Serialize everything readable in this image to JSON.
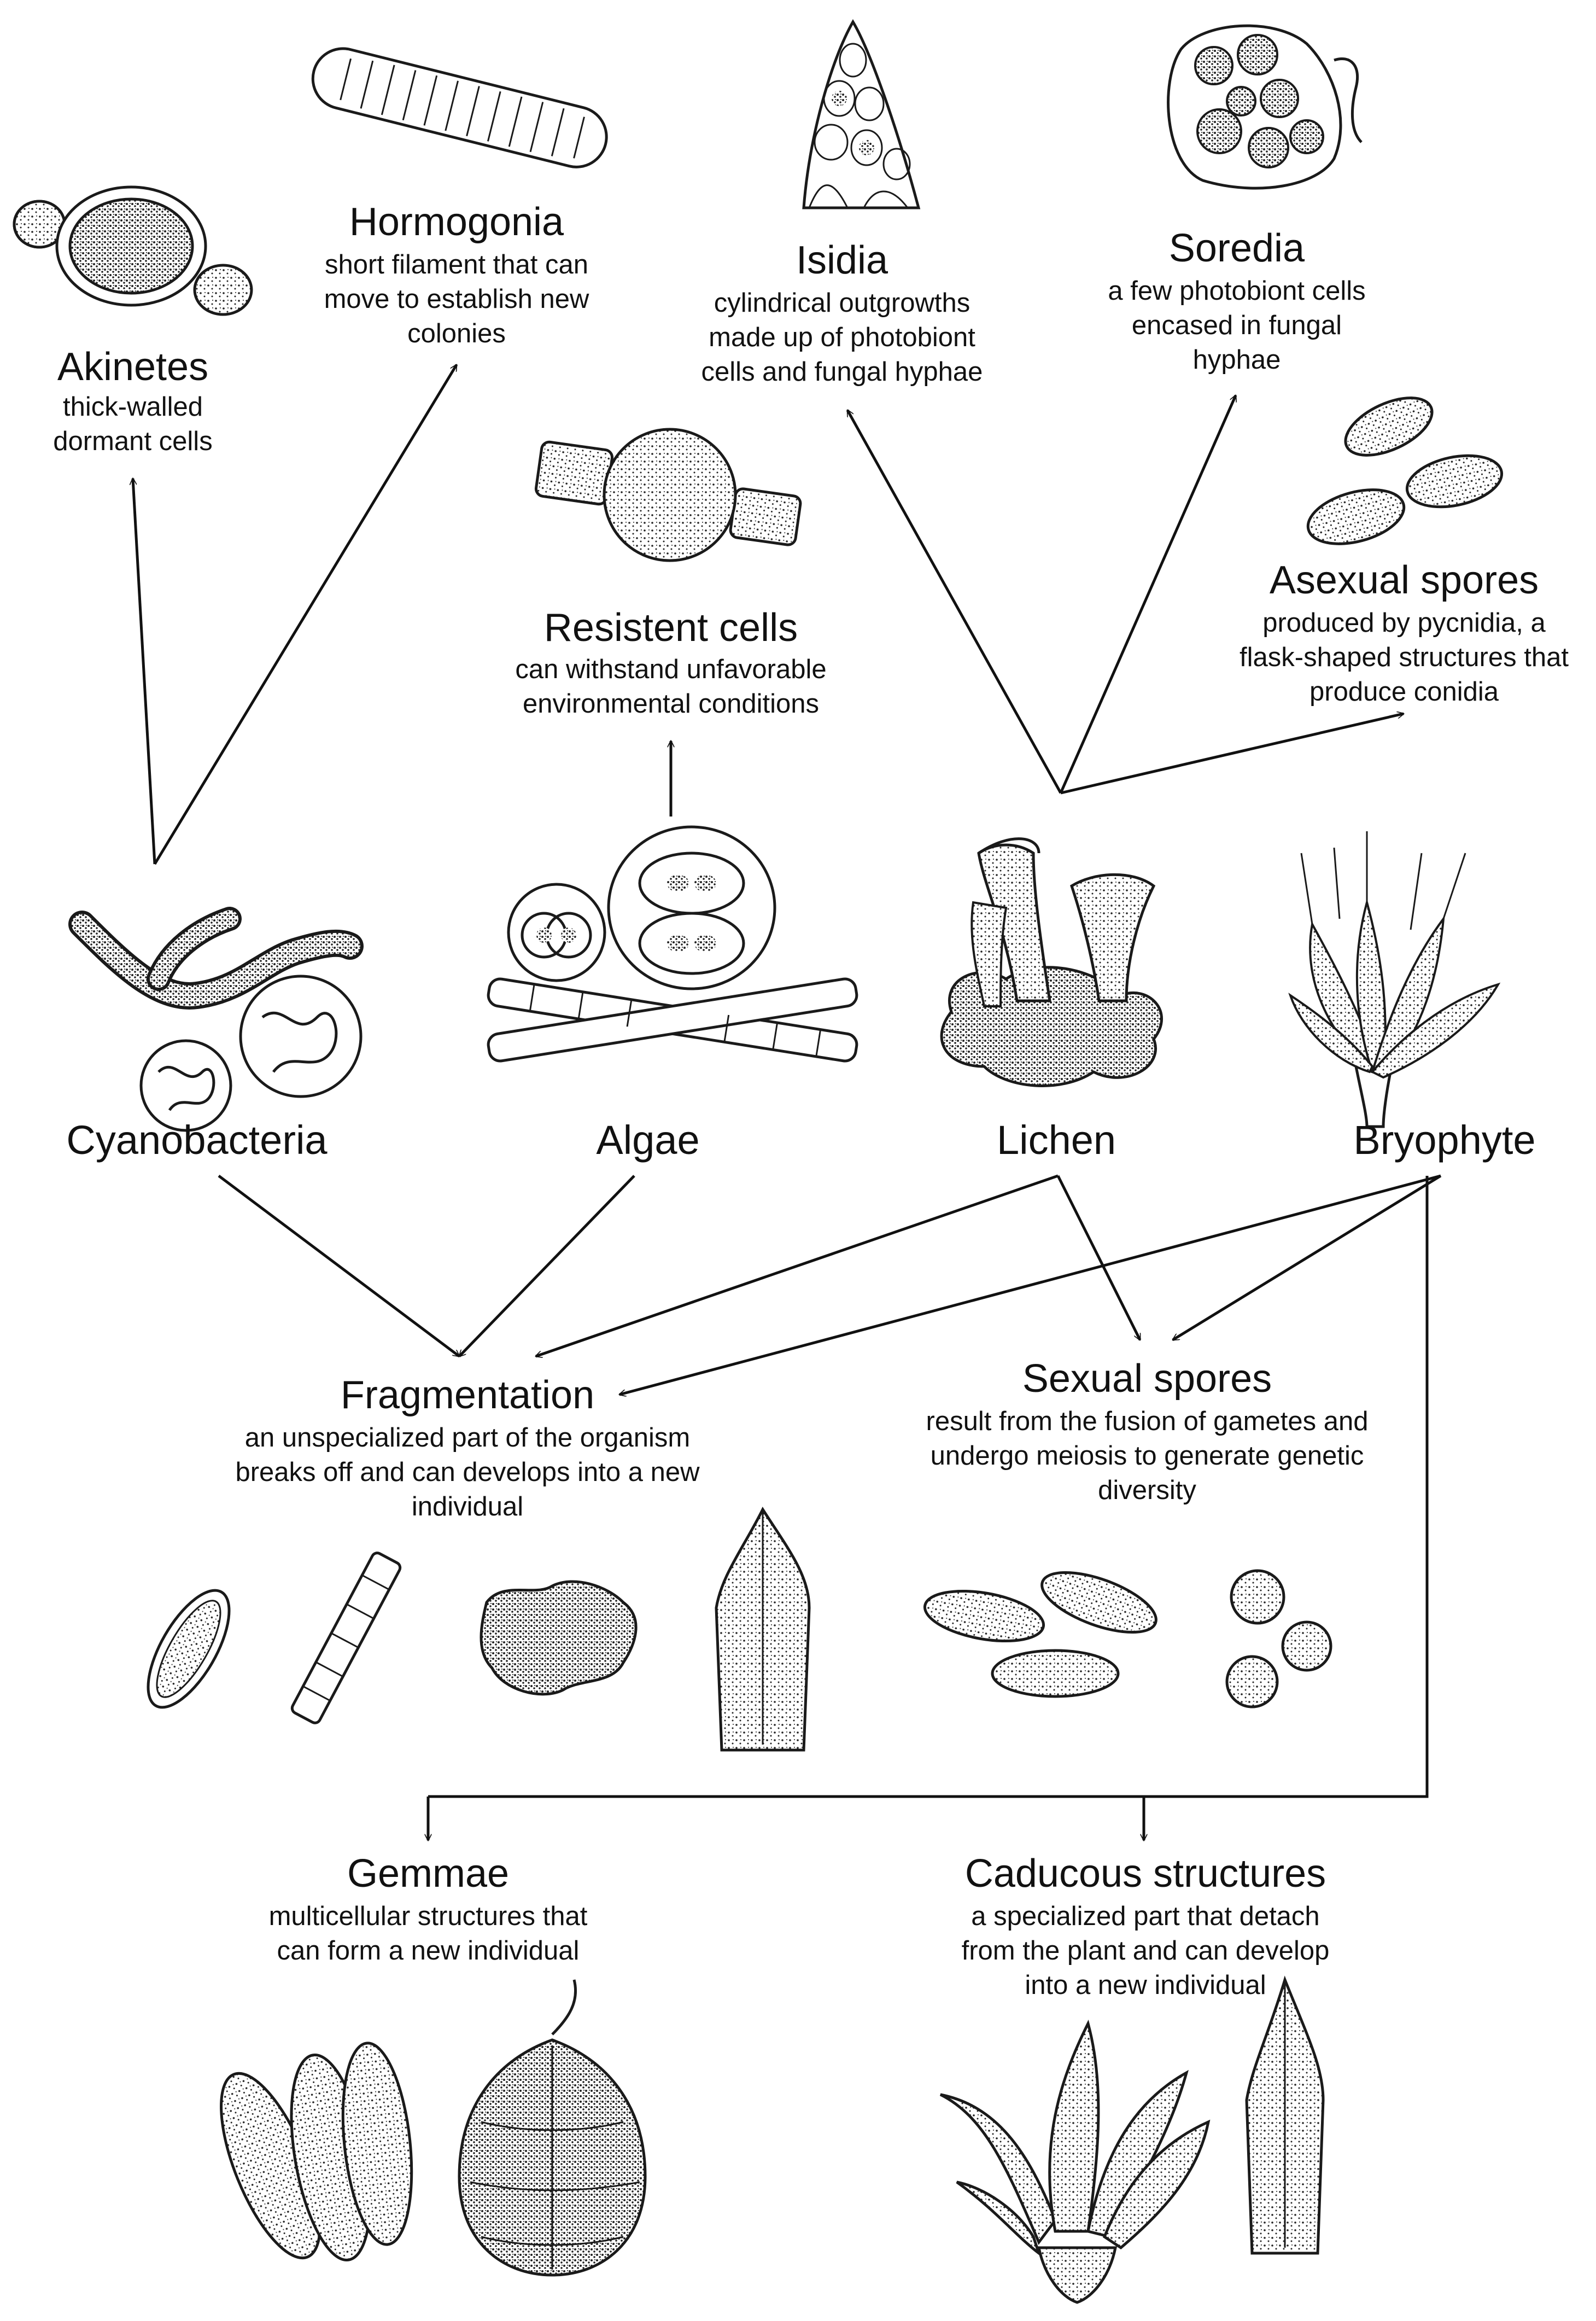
{
  "nodes": {
    "akinetes": {
      "title": "Akinetes",
      "desc": [
        "thick-walled",
        "dormant cells"
      ]
    },
    "hormogonia": {
      "title": "Hormogonia",
      "desc": [
        "short filament that can",
        "move to establish new",
        "colonies"
      ]
    },
    "isidia": {
      "title": "Isidia",
      "desc": [
        "cylindrical outgrowths",
        "made up of photobiont",
        "cells and fungal hyphae"
      ]
    },
    "soredia": {
      "title": "Soredia",
      "desc": [
        "a few photobiont cells",
        "encased in fungal",
        "hyphae"
      ]
    },
    "resistent": {
      "title": "Resistent cells",
      "desc": [
        "can withstand unfavorable",
        "environmental conditions"
      ]
    },
    "asexual": {
      "title": "Asexual spores",
      "desc": [
        "produced by pycnidia, a",
        "flask-shaped structures that",
        "produce conidia"
      ]
    },
    "fragmentation": {
      "title": "Fragmentation",
      "desc": [
        "an unspecialized part of the organism",
        "breaks off and can develops into a new",
        "individual"
      ]
    },
    "sexual": {
      "title": "Sexual spores",
      "desc": [
        "result from the fusion of gametes and",
        "undergo meiosis to generate genetic",
        "diversity"
      ]
    },
    "gemmae": {
      "title": "Gemmae",
      "desc": [
        "multicellular structures that",
        "can form a new individual"
      ]
    },
    "caducous": {
      "title": "Caducous structures",
      "desc": [
        "a specialized part that detach",
        "from the plant and can develop",
        "into a new individual"
      ]
    }
  },
  "organisms": {
    "cyanobacteria": "Cyanobacteria",
    "algae": "Algae",
    "lichen": "Lichen",
    "bryophyte": "Bryophyte"
  },
  "icons": [
    "akinete-cell-icon",
    "hormogonium-filament-icon",
    "isidium-icon",
    "soredium-icon",
    "resistent-cell-icon",
    "asexual-spores-icon",
    "cyanobacteria-colony-icon",
    "algae-cells-icon",
    "lichen-thallus-icon",
    "bryophyte-shoot-icon",
    "fragment-icon",
    "sexual-spores-icon",
    "gemmae-icon",
    "caducous-structure-icon"
  ],
  "colors": {
    "ink": "#111111",
    "background": "#ffffff"
  }
}
